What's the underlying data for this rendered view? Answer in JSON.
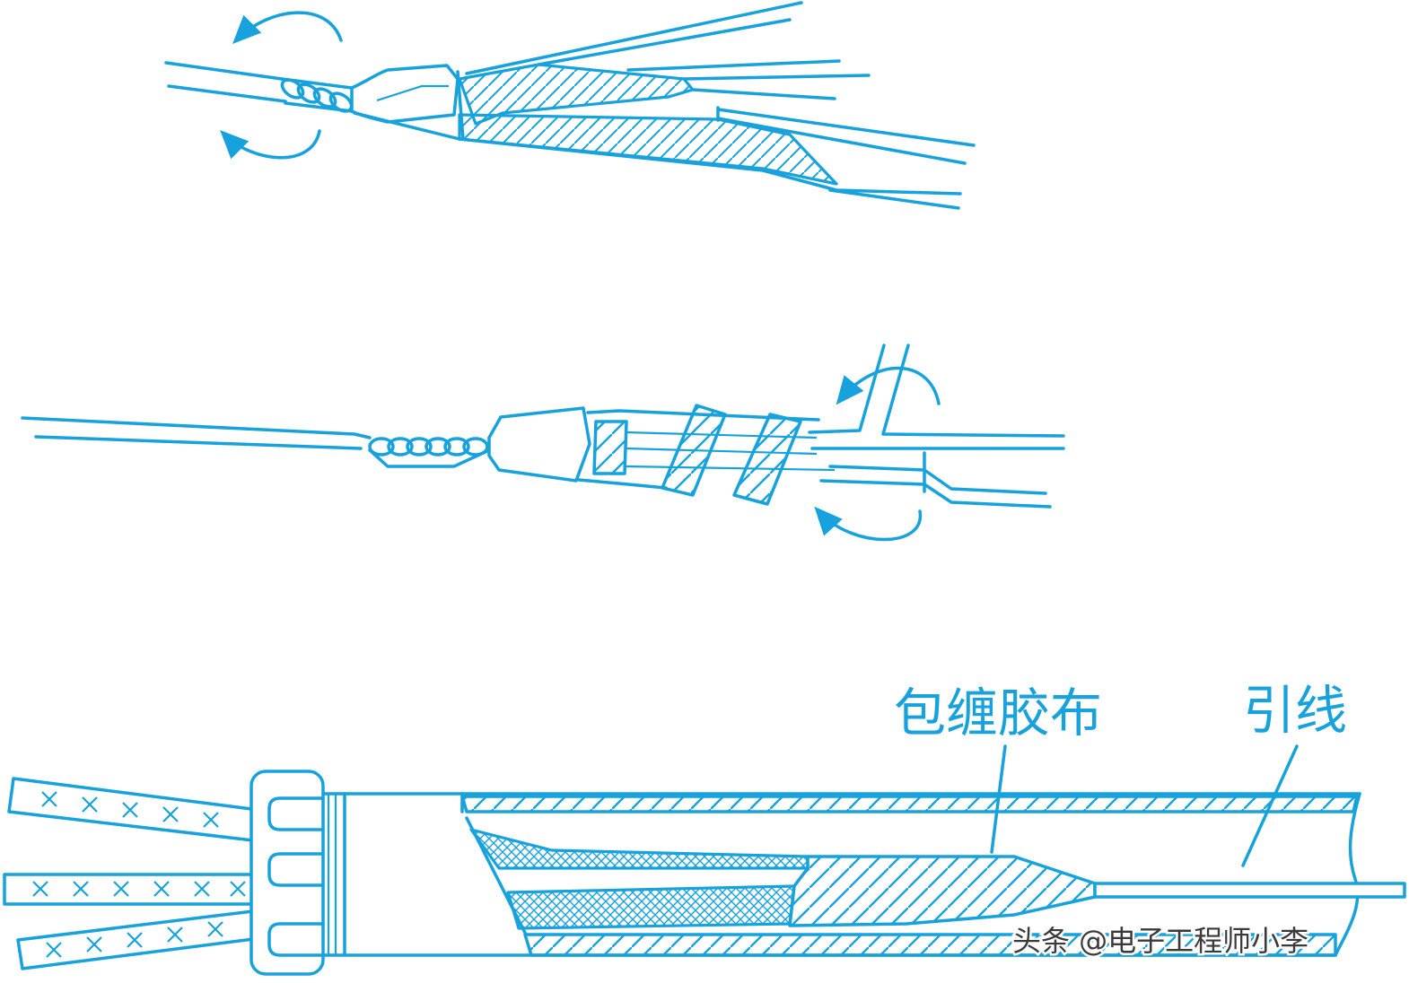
{
  "labels": {
    "wrapping_tape": "包缠胶布",
    "lead_wire": "引线"
  },
  "watermark": "头条 @电子工程师小李",
  "colors": {
    "line": "#17a2dd",
    "background": "#ffffff",
    "watermark": "#3a3a3a"
  }
}
